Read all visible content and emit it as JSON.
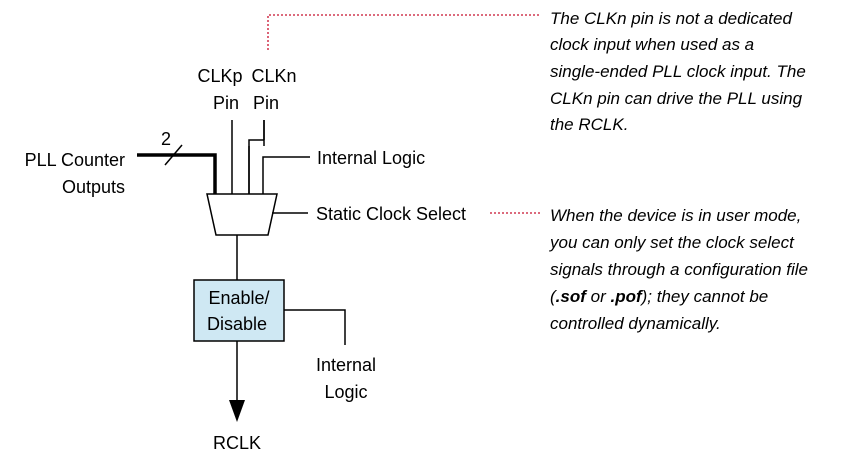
{
  "diagram": {
    "clkp_label": [
      "CLKp",
      "Pin"
    ],
    "clkn_label": [
      "CLKn",
      "Pin"
    ],
    "pll_counter_label": [
      "PLL Counter",
      "Outputs"
    ],
    "bus_width": "2",
    "internal_logic_top": "Internal Logic",
    "static_clock_select": "Static Clock Select",
    "enable_disable": [
      "Enable/",
      "Disable"
    ],
    "internal_logic_bottom": [
      "Internal",
      "Logic"
    ],
    "output_label": "RCLK"
  },
  "notes": {
    "clkn_note": [
      "The CLKn pin is not a dedicated",
      "clock input when used as a",
      "single-ended PLL clock input. The",
      "CLKn pin can drive the PLL using",
      "the RCLK."
    ],
    "select_note": {
      "lines": [
        "When the device is in user mode,",
        "you can only set the clock select",
        "signals through a configuration file"
      ],
      "line4_open": "(",
      "line4_sof": ".sof",
      "line4_or": " or ",
      "line4_pof": ".pof",
      "line4_rest": "); they cannot be",
      "line5": "controlled dynamically."
    }
  },
  "colors": {
    "box_fill": "#cfe8f3",
    "leader_line": "#c8102e",
    "line": "#000000"
  }
}
